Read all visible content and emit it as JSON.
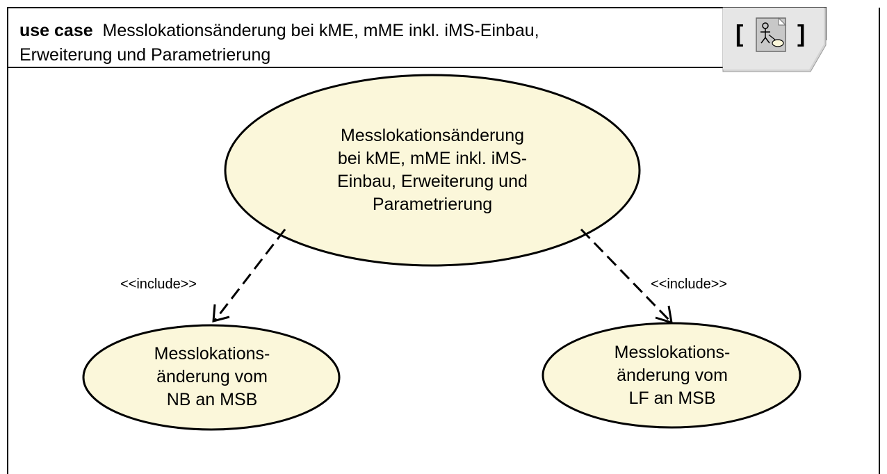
{
  "frame": {
    "keyword": "use case",
    "title": "Messlokationsänderung bei kME, mME inkl. iMS-Einbau,\nErweiterung und Parametrierung",
    "title_line1": "Messlokationsänderung bei kME, mME inkl. iMS-Einbau,",
    "title_line2": "Erweiterung und Parametrierung",
    "bracket_open": "[",
    "bracket_close": "]",
    "diagram_icon": "use-case-diagram-icon"
  },
  "use_cases": {
    "main": "Messlokationsänderung\nbei kME, mME inkl. iMS-\nEinbau, Erweiterung und\nParametrierung",
    "left": "Messlokations-\nänderung vom\nNB an MSB",
    "right": "Messlokations-\nänderung vom\nLF an MSB"
  },
  "relations": {
    "left_stereotype": "<<include>>",
    "right_stereotype": "<<include>>"
  },
  "colors": {
    "use_case_fill": "#FBF7DA",
    "stroke": "#000000",
    "icon_fill": "#C7C7C7"
  }
}
